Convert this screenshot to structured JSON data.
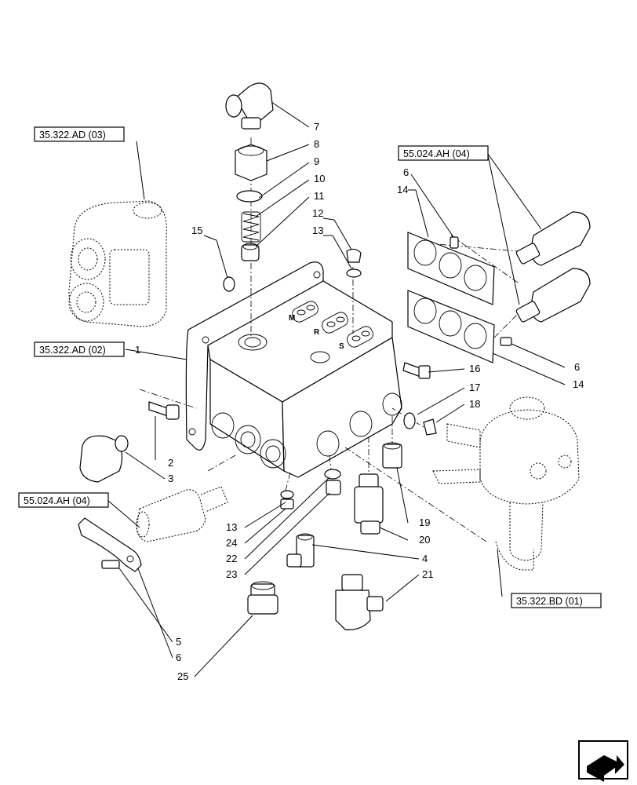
{
  "references": {
    "ref_top_left": "35.322.AD (03)",
    "ref_mid_left": "35.322.AD (02)",
    "ref_top_right": "55.024.AH (04)",
    "ref_lower_left": "55.024.AH (04)",
    "ref_lower_right": "35.322.BD (01)"
  },
  "callouts": {
    "c1": "1",
    "c2": "2",
    "c3": "3",
    "c4": "4",
    "c5": "5",
    "c6a": "6",
    "c6b": "6",
    "c6c": "6",
    "c7": "7",
    "c8": "8",
    "c9": "9",
    "c10": "10",
    "c11": "11",
    "c12": "12",
    "c13a": "13",
    "c13b": "13",
    "c14a": "14",
    "c14b": "14",
    "c15": "15",
    "c16": "16",
    "c17": "17",
    "c18": "18",
    "c19": "19",
    "c20": "20",
    "c21": "21",
    "c22": "22",
    "c23": "23",
    "c24": "24",
    "c25": "25"
  },
  "port_letters": {
    "m": "M",
    "r": "R",
    "s": "S"
  },
  "icons": {
    "corner": "next-page-arrow-icon"
  }
}
